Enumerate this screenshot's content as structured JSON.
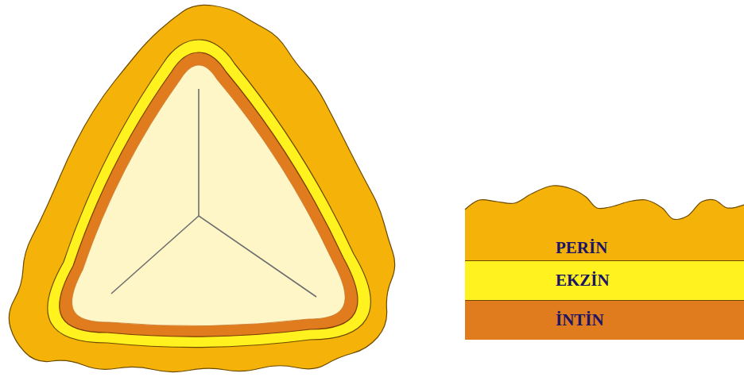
{
  "diagram": {
    "nodes": [
      {
        "text": [
          "PERİN"
        ]
      },
      {
        "text": [
          "EKZİN"
        ]
      },
      {
        "text": [
          "İNTİN"
        ]
      }
    ]
  }
}
